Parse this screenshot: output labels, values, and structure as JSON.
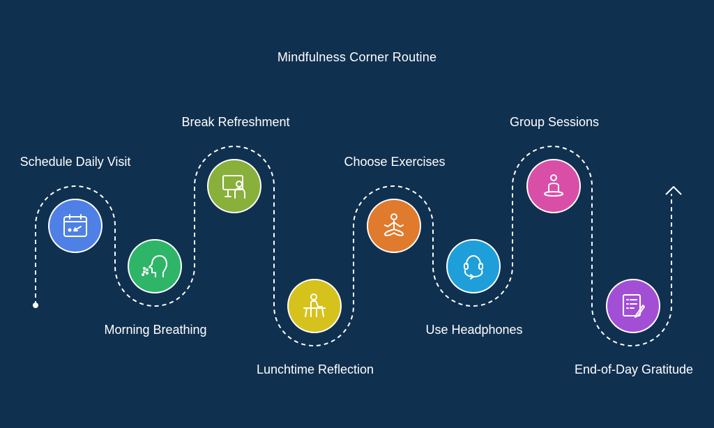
{
  "title": "Mindfulness Corner Routine",
  "steps": [
    {
      "label": "Schedule Daily Visit",
      "icon": "calendar-icon",
      "color": "#4f80e6"
    },
    {
      "label": "Morning Breathing",
      "icon": "breathing-head-icon",
      "color": "#2fb568"
    },
    {
      "label": "Break Refreshment",
      "icon": "presentation-person-icon",
      "color": "#88b03a"
    },
    {
      "label": "Lunchtime Reflection",
      "icon": "desk-person-icon",
      "color": "#d6c21d"
    },
    {
      "label": "Choose Exercises",
      "icon": "meditation-icon",
      "color": "#e07a2c"
    },
    {
      "label": "Use Headphones",
      "icon": "headphones-icon",
      "color": "#1f9fd9"
    },
    {
      "label": "Group Sessions",
      "icon": "seated-person-icon",
      "color": "#d94fa8"
    },
    {
      "label": "End-of-Day Gratitude",
      "icon": "journal-writing-icon",
      "color": "#a24fd6"
    }
  ],
  "colors": {
    "background": "#10304f",
    "path": "#ffffff"
  }
}
